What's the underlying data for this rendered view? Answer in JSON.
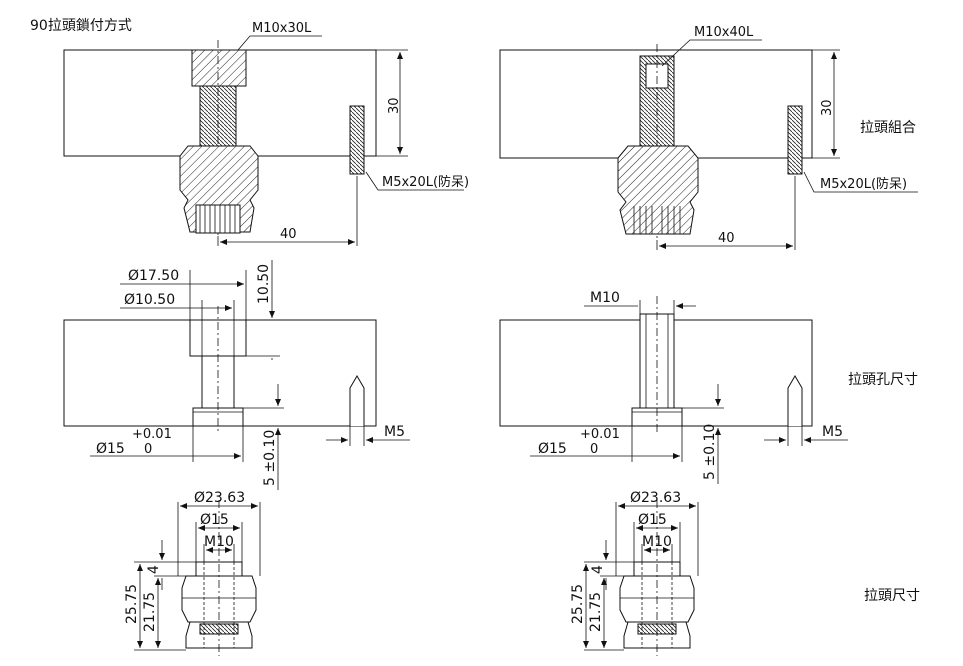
{
  "title": "90拉頭鎖付方式",
  "section_labels": {
    "assembly": "拉頭組合",
    "hole_size": "拉頭孔尺寸",
    "pull_stud_size": "拉頭尺寸"
  },
  "assembly_left": {
    "bolt": "M10x30L",
    "pin": "M5x20L(防呆)",
    "height": "30",
    "offset": "40"
  },
  "assembly_right": {
    "bolt": "M10x40L",
    "pin": "M5x20L(防呆)",
    "height": "30",
    "offset": "40"
  },
  "hole_left": {
    "dia_counterbore": "Ø17.50",
    "dia_hole": "Ø10.50",
    "depth": "10.50",
    "dia_bottom": "Ø15",
    "tol_upper": "+0.01",
    "tol_lower": "0",
    "pin_depth": "5 ±0.10",
    "pin_size": "M5"
  },
  "hole_right": {
    "thread": "M10",
    "dia_bottom": "Ø15",
    "tol_upper": "+0.01",
    "tol_lower": "0",
    "pin_depth": "5 ±0.10",
    "pin_size": "M5"
  },
  "stud_left": {
    "dia_outer": "Ø23.63",
    "dia_mid": "Ø15",
    "thread": "M10",
    "dim_4": "4",
    "dim_total": "25.75",
    "dim_body": "21.75"
  },
  "stud_right": {
    "dia_outer": "Ø23.63",
    "dia_mid": "Ø15",
    "thread": "M10",
    "dim_4": "4",
    "dim_total": "25.75",
    "dim_body": "21.75"
  }
}
